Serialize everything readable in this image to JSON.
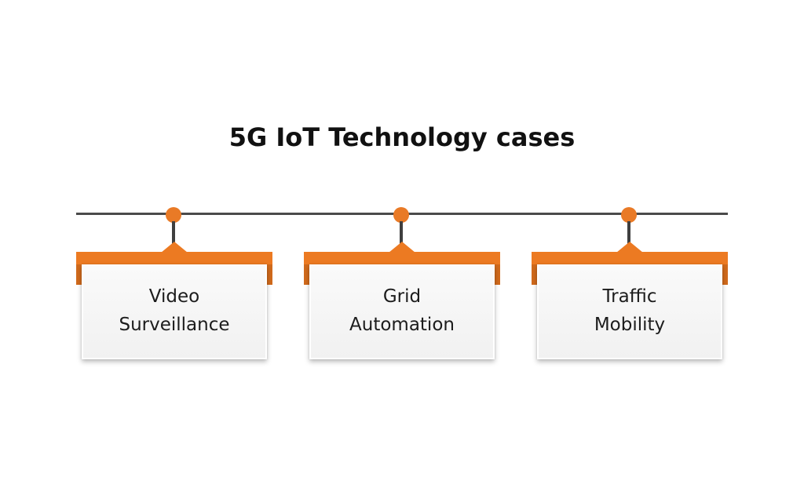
{
  "title": "5G IoT Technology cases",
  "colors": {
    "accent": "#ec7a22",
    "accent_dark": "#d06a1c",
    "line": "#4a4a4a",
    "card": "#f3f3f3",
    "text": "#111111"
  },
  "cases": [
    {
      "line1": "Video",
      "line2": "Surveillance"
    },
    {
      "line1": "Grid",
      "line2": "Automation"
    },
    {
      "line1": "Traffic",
      "line2": "Mobility"
    }
  ]
}
